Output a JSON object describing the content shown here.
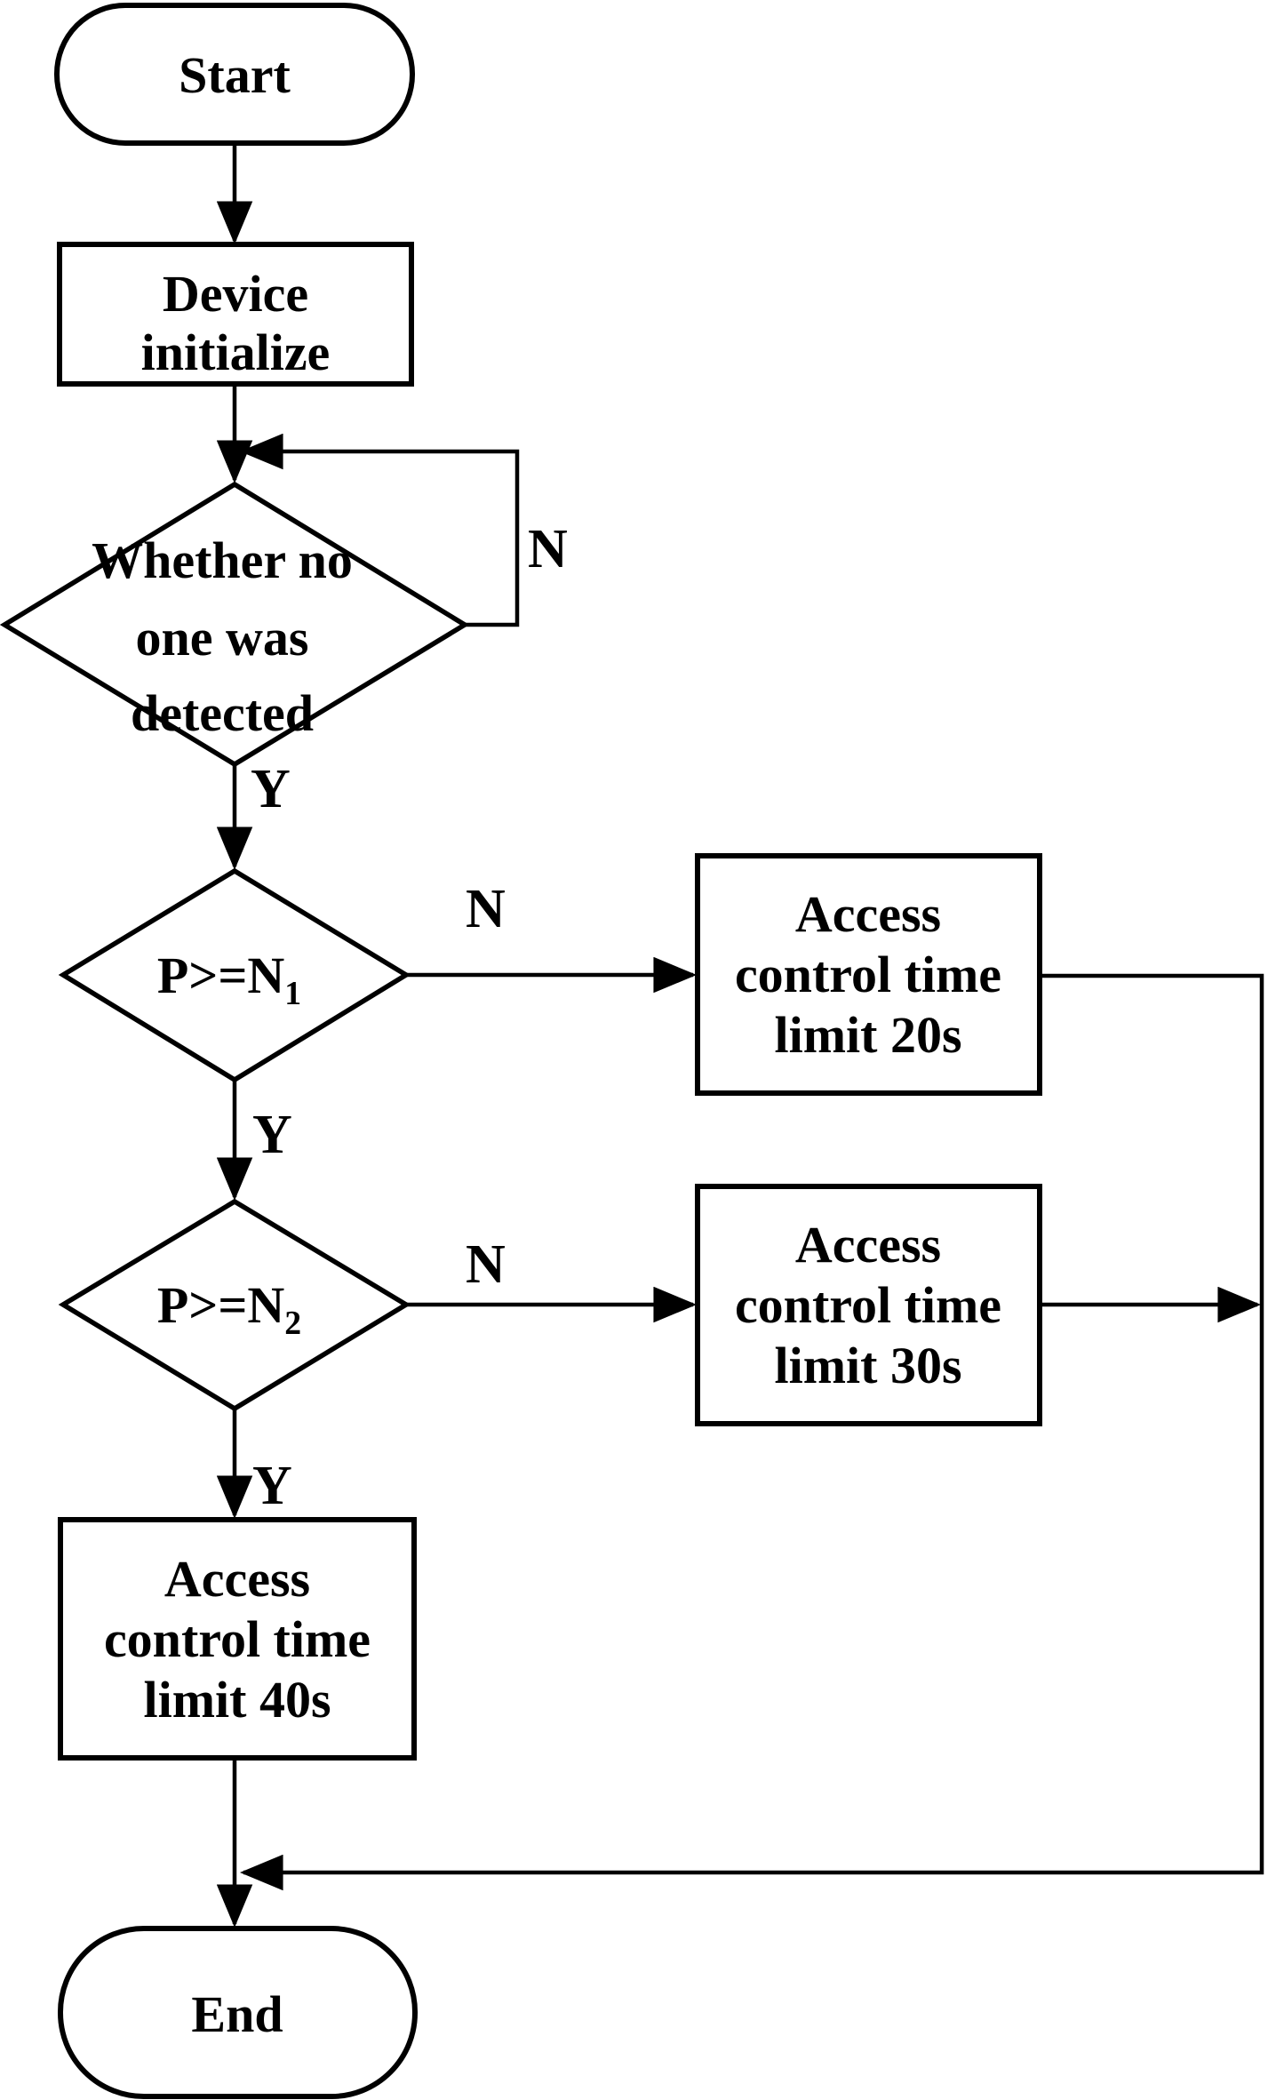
{
  "diagram": {
    "type": "flowchart",
    "background_color": "#ffffff",
    "line_color": "#000000",
    "text_color": "#000000"
  },
  "nodes": {
    "start": {
      "type": "terminator",
      "label": "Start"
    },
    "device_initialize": {
      "type": "process",
      "lines": [
        "Device",
        "initialize"
      ]
    },
    "presence_check": {
      "type": "decision",
      "lines": [
        "Whether no",
        "one was",
        "detected"
      ]
    },
    "p_ge_n1": {
      "type": "decision",
      "label_main": "P>=N",
      "label_sub": "1"
    },
    "limit_20s": {
      "type": "process",
      "lines": [
        "Access",
        "control time",
        "limit 20s"
      ]
    },
    "p_ge_n2": {
      "type": "decision",
      "label_main": "P>=N",
      "label_sub": "2"
    },
    "limit_30s": {
      "type": "process",
      "lines": [
        "Access",
        "control time",
        "limit 30s"
      ]
    },
    "limit_40s": {
      "type": "process",
      "lines": [
        "Access",
        "control time",
        "limit 40s"
      ]
    },
    "end": {
      "type": "terminator",
      "label": "End"
    }
  },
  "edge_labels": {
    "presence_no": "N",
    "presence_yes": "Y",
    "n1_no": "N",
    "n1_yes": "Y",
    "n2_no": "N",
    "n2_yes": "Y"
  }
}
